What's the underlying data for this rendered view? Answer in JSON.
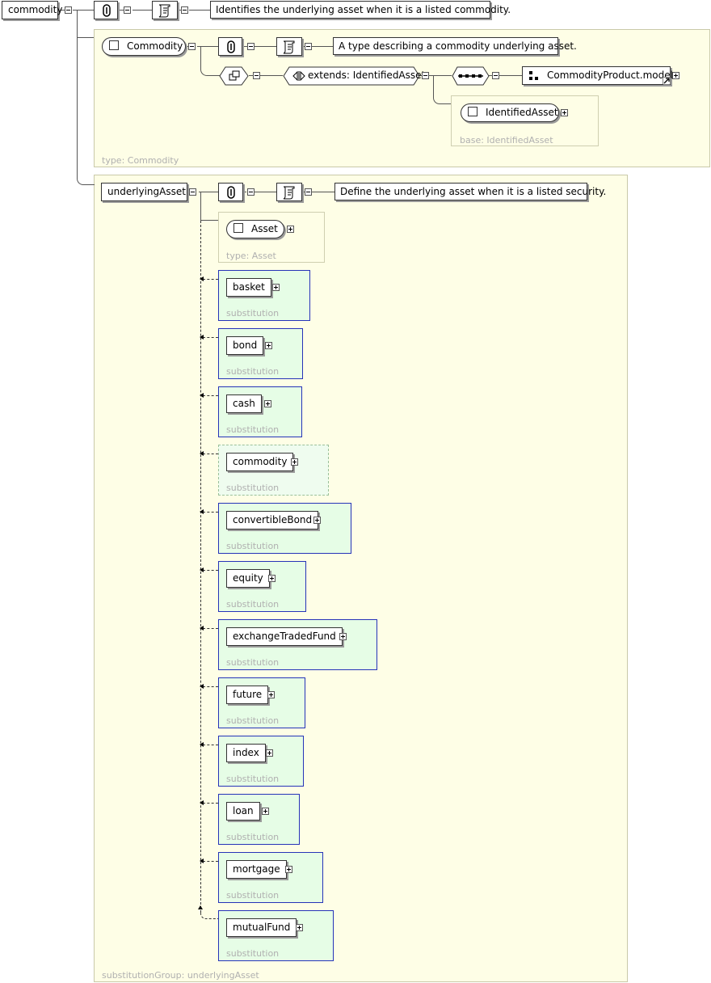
{
  "root": {
    "name": "commodity",
    "documentation": "Identifies the underlying asset when it is a listed commodity."
  },
  "commodity_type": {
    "name": "Commodity",
    "documentation": "A type describing a commodity underlying asset.",
    "extends_label": "extends: IdentifiedAsset",
    "group_ref": "CommodityProduct.model",
    "base_type": "IdentifiedAsset",
    "base_label": "base: IdentifiedAsset",
    "panel_label": "type: Commodity"
  },
  "underlying": {
    "name": "underlyingAsset",
    "documentation": "Define the underlying asset when it is a listed security.",
    "type_name": "Asset",
    "type_label": "type: Asset",
    "panel_label": "substitutionGroup: underlyingAsset"
  },
  "substitution_label": "substitution",
  "substitutions": [
    {
      "name": "basket"
    },
    {
      "name": "bond"
    },
    {
      "name": "cash"
    },
    {
      "name": "commodity"
    },
    {
      "name": "convertibleBond"
    },
    {
      "name": "equity"
    },
    {
      "name": "exchangeTradedFund"
    },
    {
      "name": "future"
    },
    {
      "name": "index"
    },
    {
      "name": "loan"
    },
    {
      "name": "mortgage"
    },
    {
      "name": "mutualFund"
    }
  ]
}
